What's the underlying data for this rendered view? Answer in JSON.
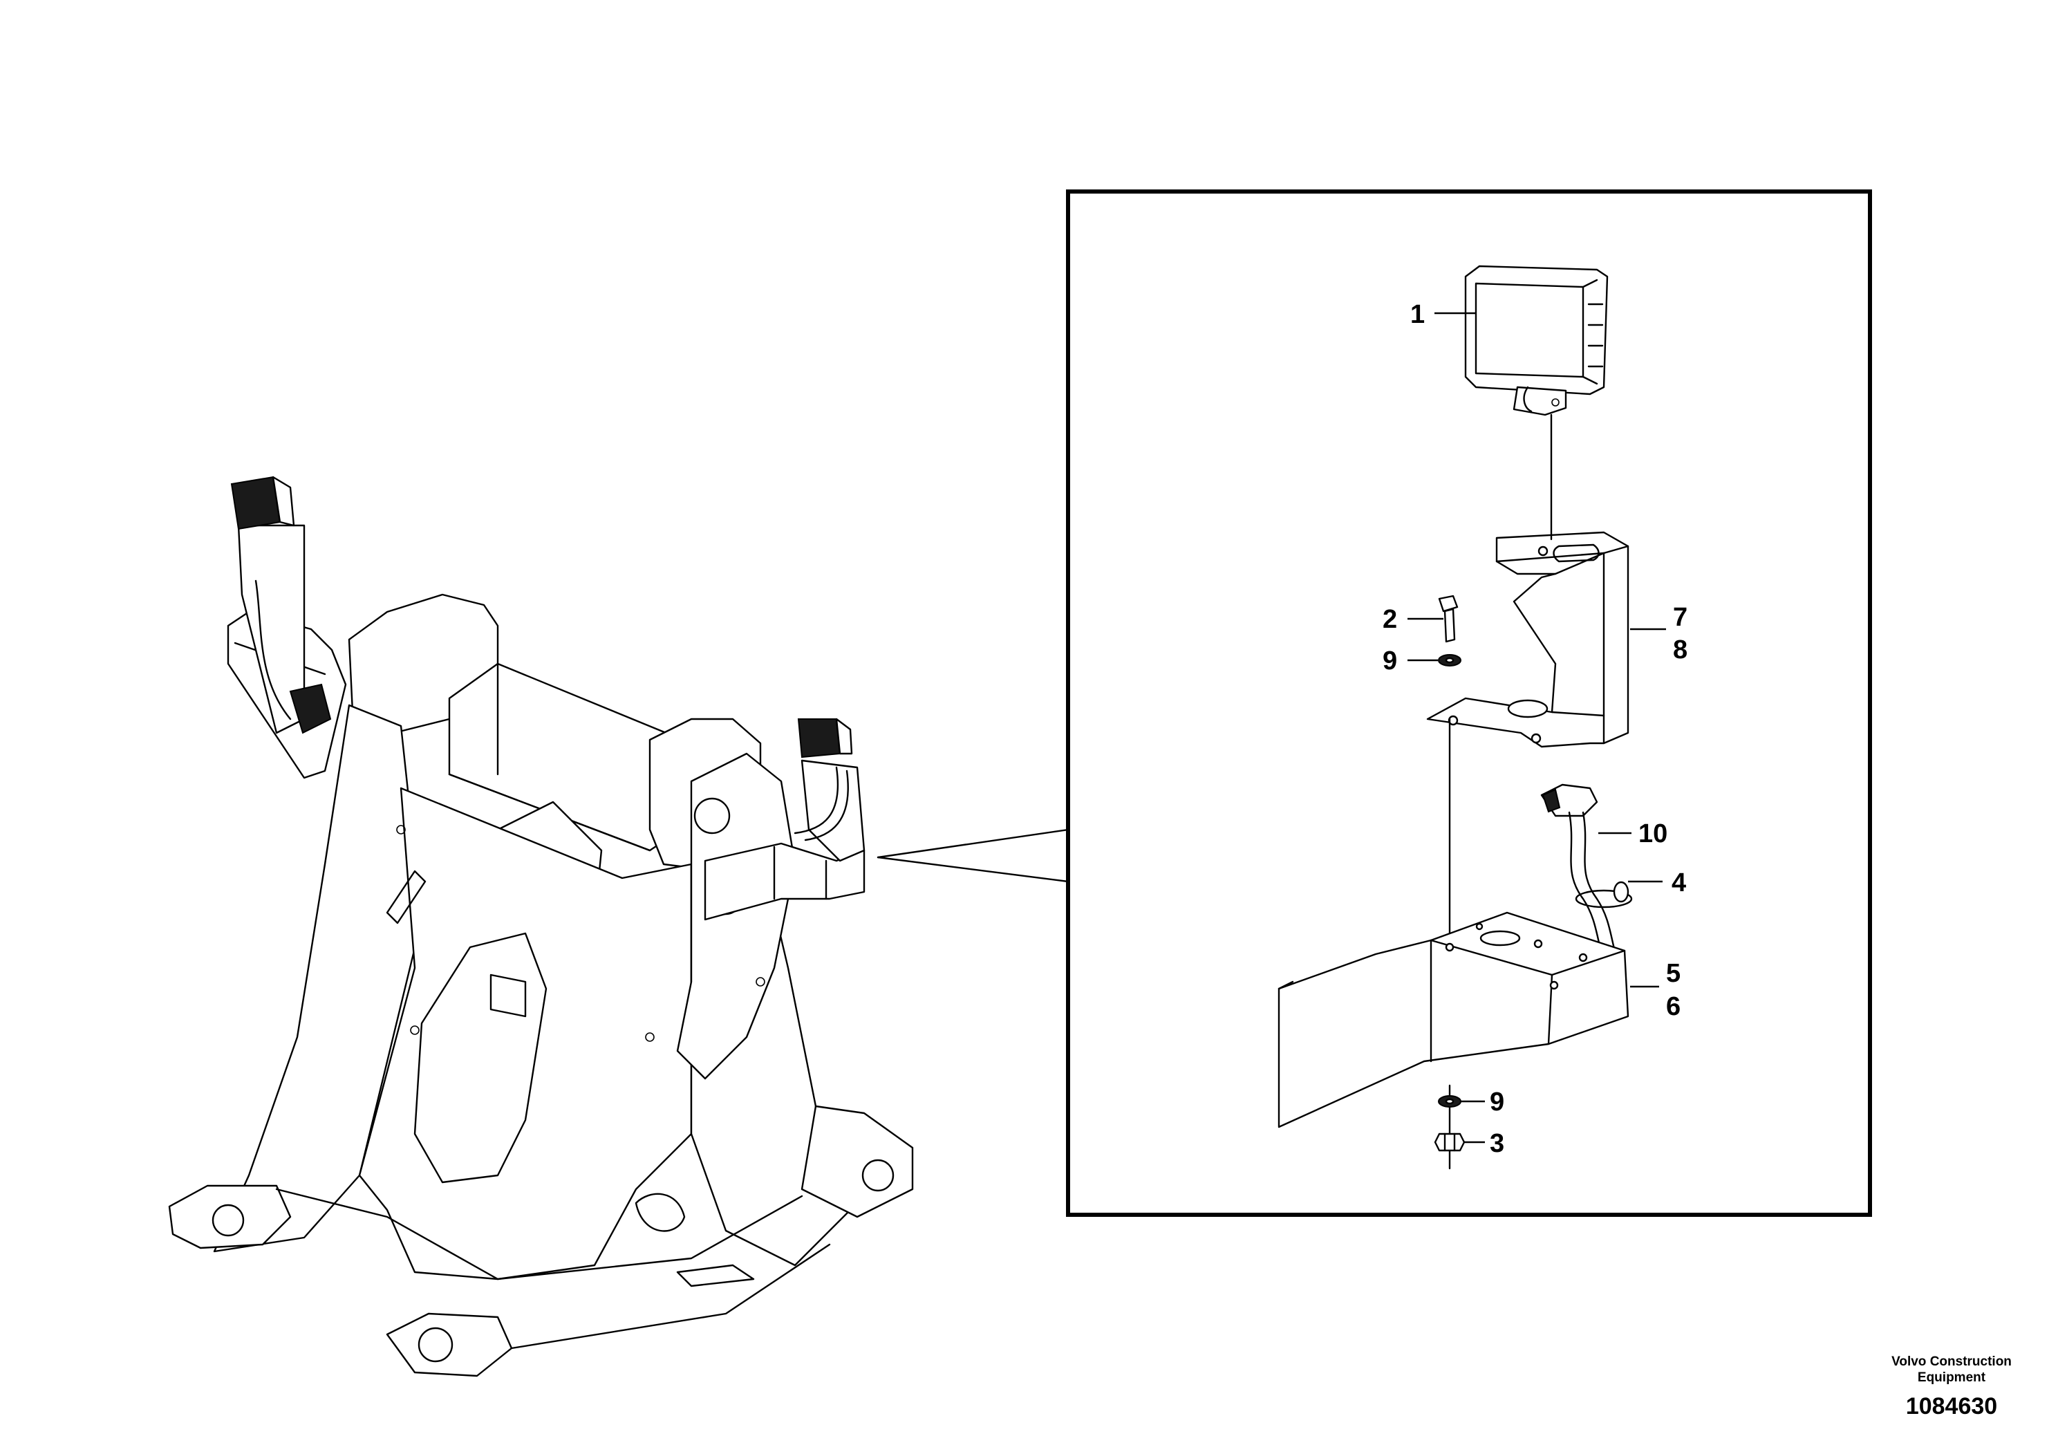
{
  "callouts": {
    "c1": "1",
    "c2": "2",
    "c9a": "9",
    "c7": "7",
    "c8": "8",
    "c10": "10",
    "c4": "4",
    "c5": "5",
    "c6": "6",
    "c9b": "9",
    "c3": "3"
  },
  "watermark": {
    "line1": "Volvo Construction",
    "line2": "Equipment",
    "figure_number": "1084630"
  }
}
